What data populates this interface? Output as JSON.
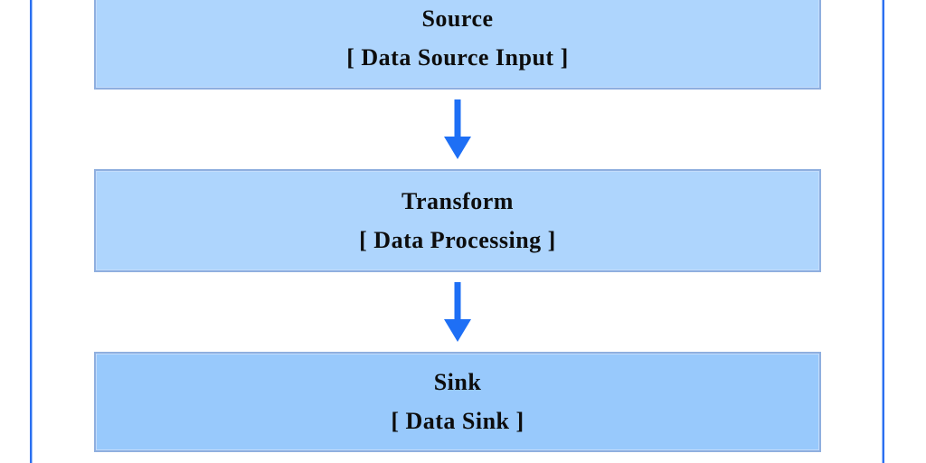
{
  "diagram": {
    "type": "vertical-flowchart",
    "frame_border_color": "#2b6ff0",
    "text_color": "#0d0d0d",
    "arrow_color": "#1e6ff5",
    "nodes": [
      {
        "id": "source",
        "label": "Source",
        "sublabel": "[ Data Source Input ]",
        "fill": "#aed5fd",
        "border": "#8fafdf"
      },
      {
        "id": "transform",
        "label": "Transform",
        "sublabel": "[ Data Processing ]",
        "fill": "#aed5fd",
        "border": "#8fafdf"
      },
      {
        "id": "sink",
        "label": "Sink",
        "sublabel": "[ Data Sink ]",
        "fill": "#98c9fc",
        "border": "#8fafdf"
      }
    ],
    "connectors": [
      {
        "from": "source",
        "to": "transform",
        "style": "arrow-down"
      },
      {
        "from": "transform",
        "to": "sink",
        "style": "arrow-down"
      }
    ]
  }
}
